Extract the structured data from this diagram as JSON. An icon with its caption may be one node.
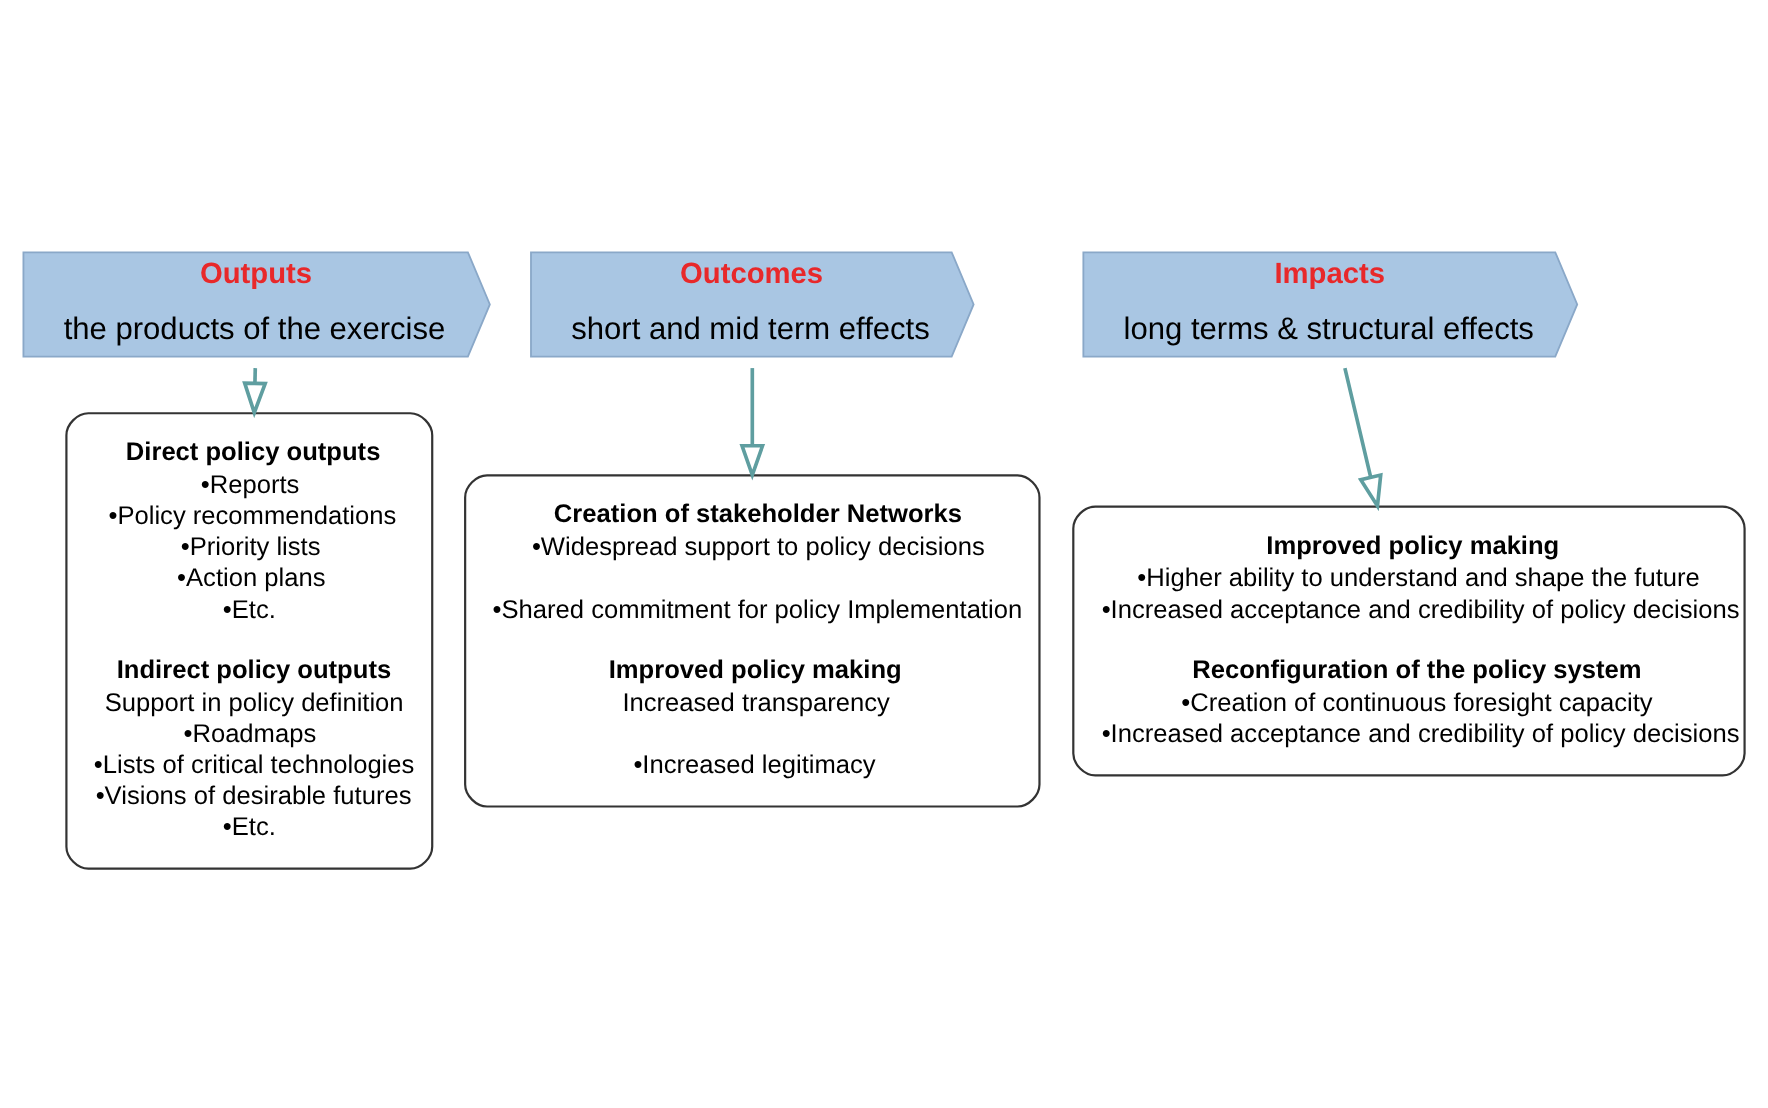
{
  "diagram": {
    "nodes": [
      {
        "text": [
          "Outputs",
          "the products of the exercise"
        ]
      },
      {
        "text": [
          "Outcomes",
          "short and mid term effects"
        ]
      },
      {
        "text": [
          "Impacts",
          "long terms & structural effects"
        ]
      },
      {
        "text": [
          "Direct policy outputs",
          "•Reports",
          "•Policy recommendations",
          "•Priority lists",
          "•Action plans",
          "•Etc.",
          "Indirect policy outputs",
          "Support in policy definition",
          "•Roadmaps",
          "•Lists of critical technologies",
          "•Visions of desirable futures",
          "•Etc."
        ]
      },
      {
        "text": [
          "Creation of stakeholder Networks",
          "•Widespread support to policy decisions",
          "•Shared commitment for policy Implementation",
          "Improved policy making",
          "Increased transparency",
          "•Increased legitimacy"
        ]
      },
      {
        "text": [
          "Improved policy making",
          "•Higher ability to understand and shape the future",
          "•Increased acceptance and credibility of policy decisions",
          "Reconfiguration of the policy system",
          "•Creation of continuous foresight capacity",
          "•Increased acceptance and credibility of policy decisions"
        ]
      }
    ],
    "edges": [
      {
        "from": 0,
        "to": 3,
        "arrow": "to"
      },
      {
        "from": 1,
        "to": 4,
        "arrow": "to"
      },
      {
        "from": 2,
        "to": 5,
        "arrow": "to"
      }
    ]
  }
}
